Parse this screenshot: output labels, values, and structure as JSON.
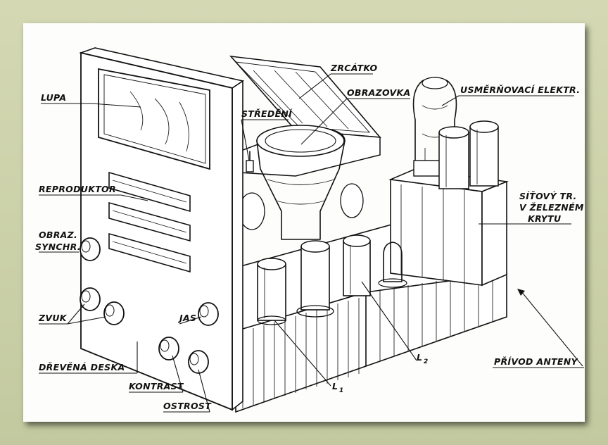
{
  "labels": {
    "lupa": "LUPA",
    "reproduktor": "REPRODUKTOR",
    "obraz_line1": "OBRAZ.",
    "obraz_line2": "SYNCHR.",
    "zvuk": "ZVUK",
    "drevena_deska": "DŘEVĚNÁ DESKA",
    "kontrast": "KONTRAST",
    "ostrost": "OSTROST",
    "jas": "JAS",
    "zrcatko": "ZRCÁTKO",
    "obrazovka": "OBRAZOVKA",
    "stredeni": "STŘEDĚNÍ",
    "usmernovaci": "USMĚRŇOVACÍ ELEKTR.",
    "sitovy_line1": "SÍŤOVÝ TR.",
    "sitovy_line2": "V ŽELEZNÉM",
    "sitovy_line3": "KRYTU",
    "privod": "PŘÍVOD ANTENY",
    "l1_letter": "L",
    "l1_sub": "1",
    "l2_letter": "L",
    "l2_sub": "2"
  }
}
